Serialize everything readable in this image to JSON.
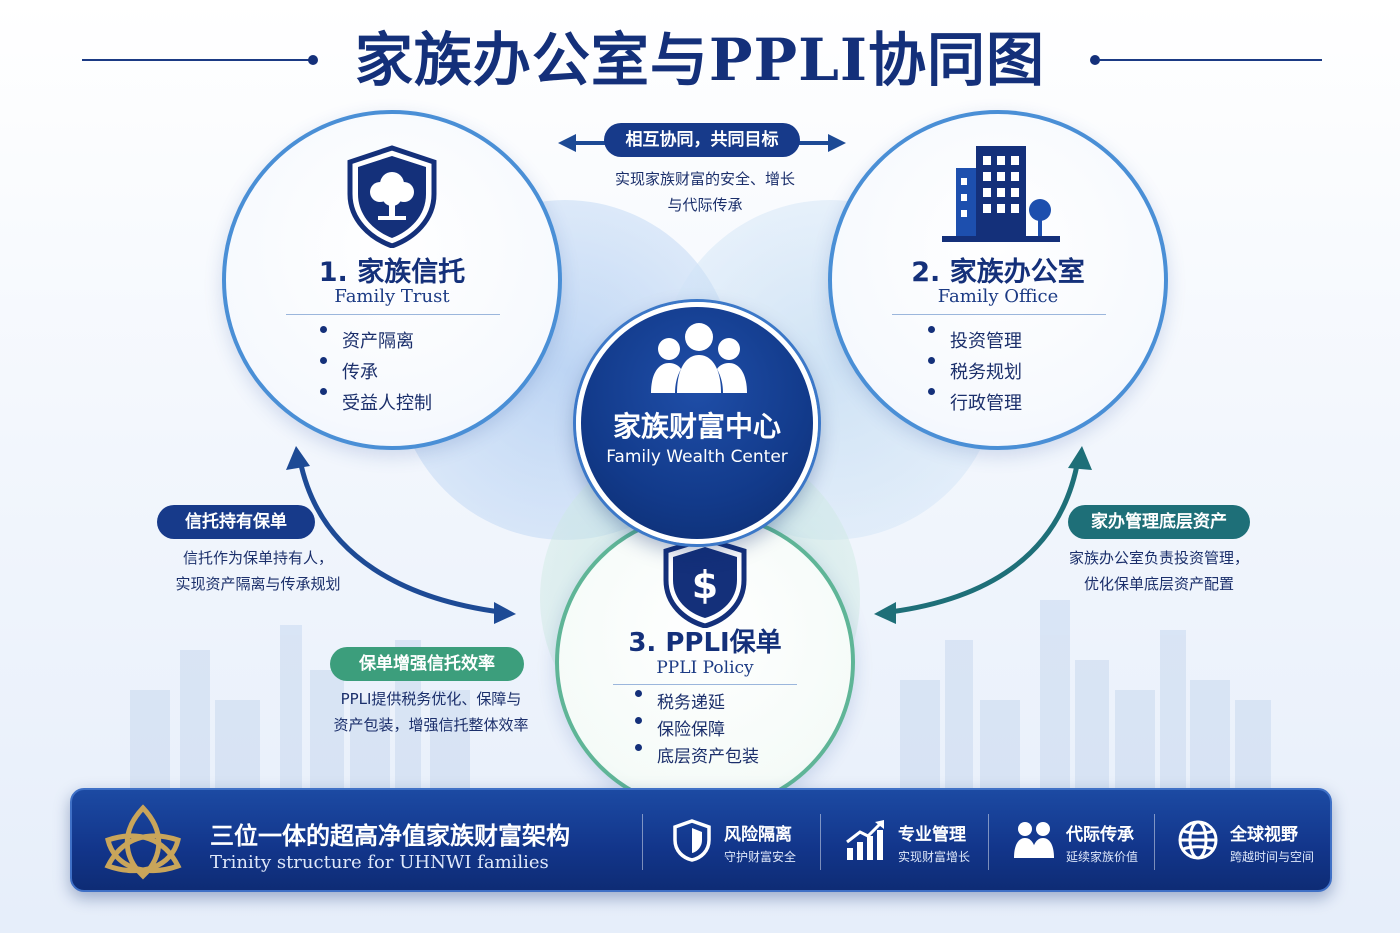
{
  "title": "家族办公室与PPLI协同图",
  "top_link": {
    "pill": "相互协同，共同目标",
    "note_line1": "实现家族财富的安全、增长",
    "note_line2": "与代际传承"
  },
  "trust": {
    "title": "1. 家族信托",
    "subtitle": "Family Trust",
    "items": [
      "资产隔离",
      "传承",
      "受益人控制"
    ],
    "icon": "tree-shield-icon"
  },
  "office": {
    "title": "2. 家族办公室",
    "subtitle": "Family Office",
    "items": [
      "投资管理",
      "税务规划",
      "行政管理"
    ],
    "icon": "building-icon"
  },
  "ppli": {
    "title": "3. PPLI保单",
    "subtitle": "PPLI Policy",
    "items": [
      "税务递延",
      "保险保障",
      "底层资产包装"
    ],
    "icon": "dollar-shield-icon"
  },
  "hub": {
    "title": "家族财富中心",
    "subtitle": "Family Wealth Center",
    "icon": "people-icon"
  },
  "left_link": {
    "pill": "信托持有保单",
    "note_line1": "信托作为保单持有人，",
    "note_line2": "实现资产隔离与传承规划"
  },
  "left_link2": {
    "pill": "保单增强信托效率",
    "note_line1": "PPLI提供税务优化、保障与",
    "note_line2": "资产包装，增强信托整体效率"
  },
  "right_link": {
    "pill": "家办管理底层资产",
    "note_line1": "家族办公室负责投资管理，",
    "note_line2": "优化保单底层资产配置"
  },
  "bar": {
    "title": "三位一体的超高净值家族财富架构",
    "subtitle": "Trinity structure for UHNWI families",
    "features": [
      {
        "label": "风险隔离",
        "sub": "守护财富安全",
        "icon": "shield-icon"
      },
      {
        "label": "专业管理",
        "sub": "实现财富增长",
        "icon": "growth-chart-icon"
      },
      {
        "label": "代际传承",
        "sub": "延续家族价值",
        "icon": "family-icon"
      },
      {
        "label": "全球视野",
        "sub": "跨越时间与空间",
        "icon": "globe-icon"
      }
    ]
  },
  "colors": {
    "navy": "#14307a",
    "blue": "#4a8fd6",
    "green": "#3c9e7c",
    "teal": "#1e6f78",
    "gold": "#c9a55a"
  }
}
